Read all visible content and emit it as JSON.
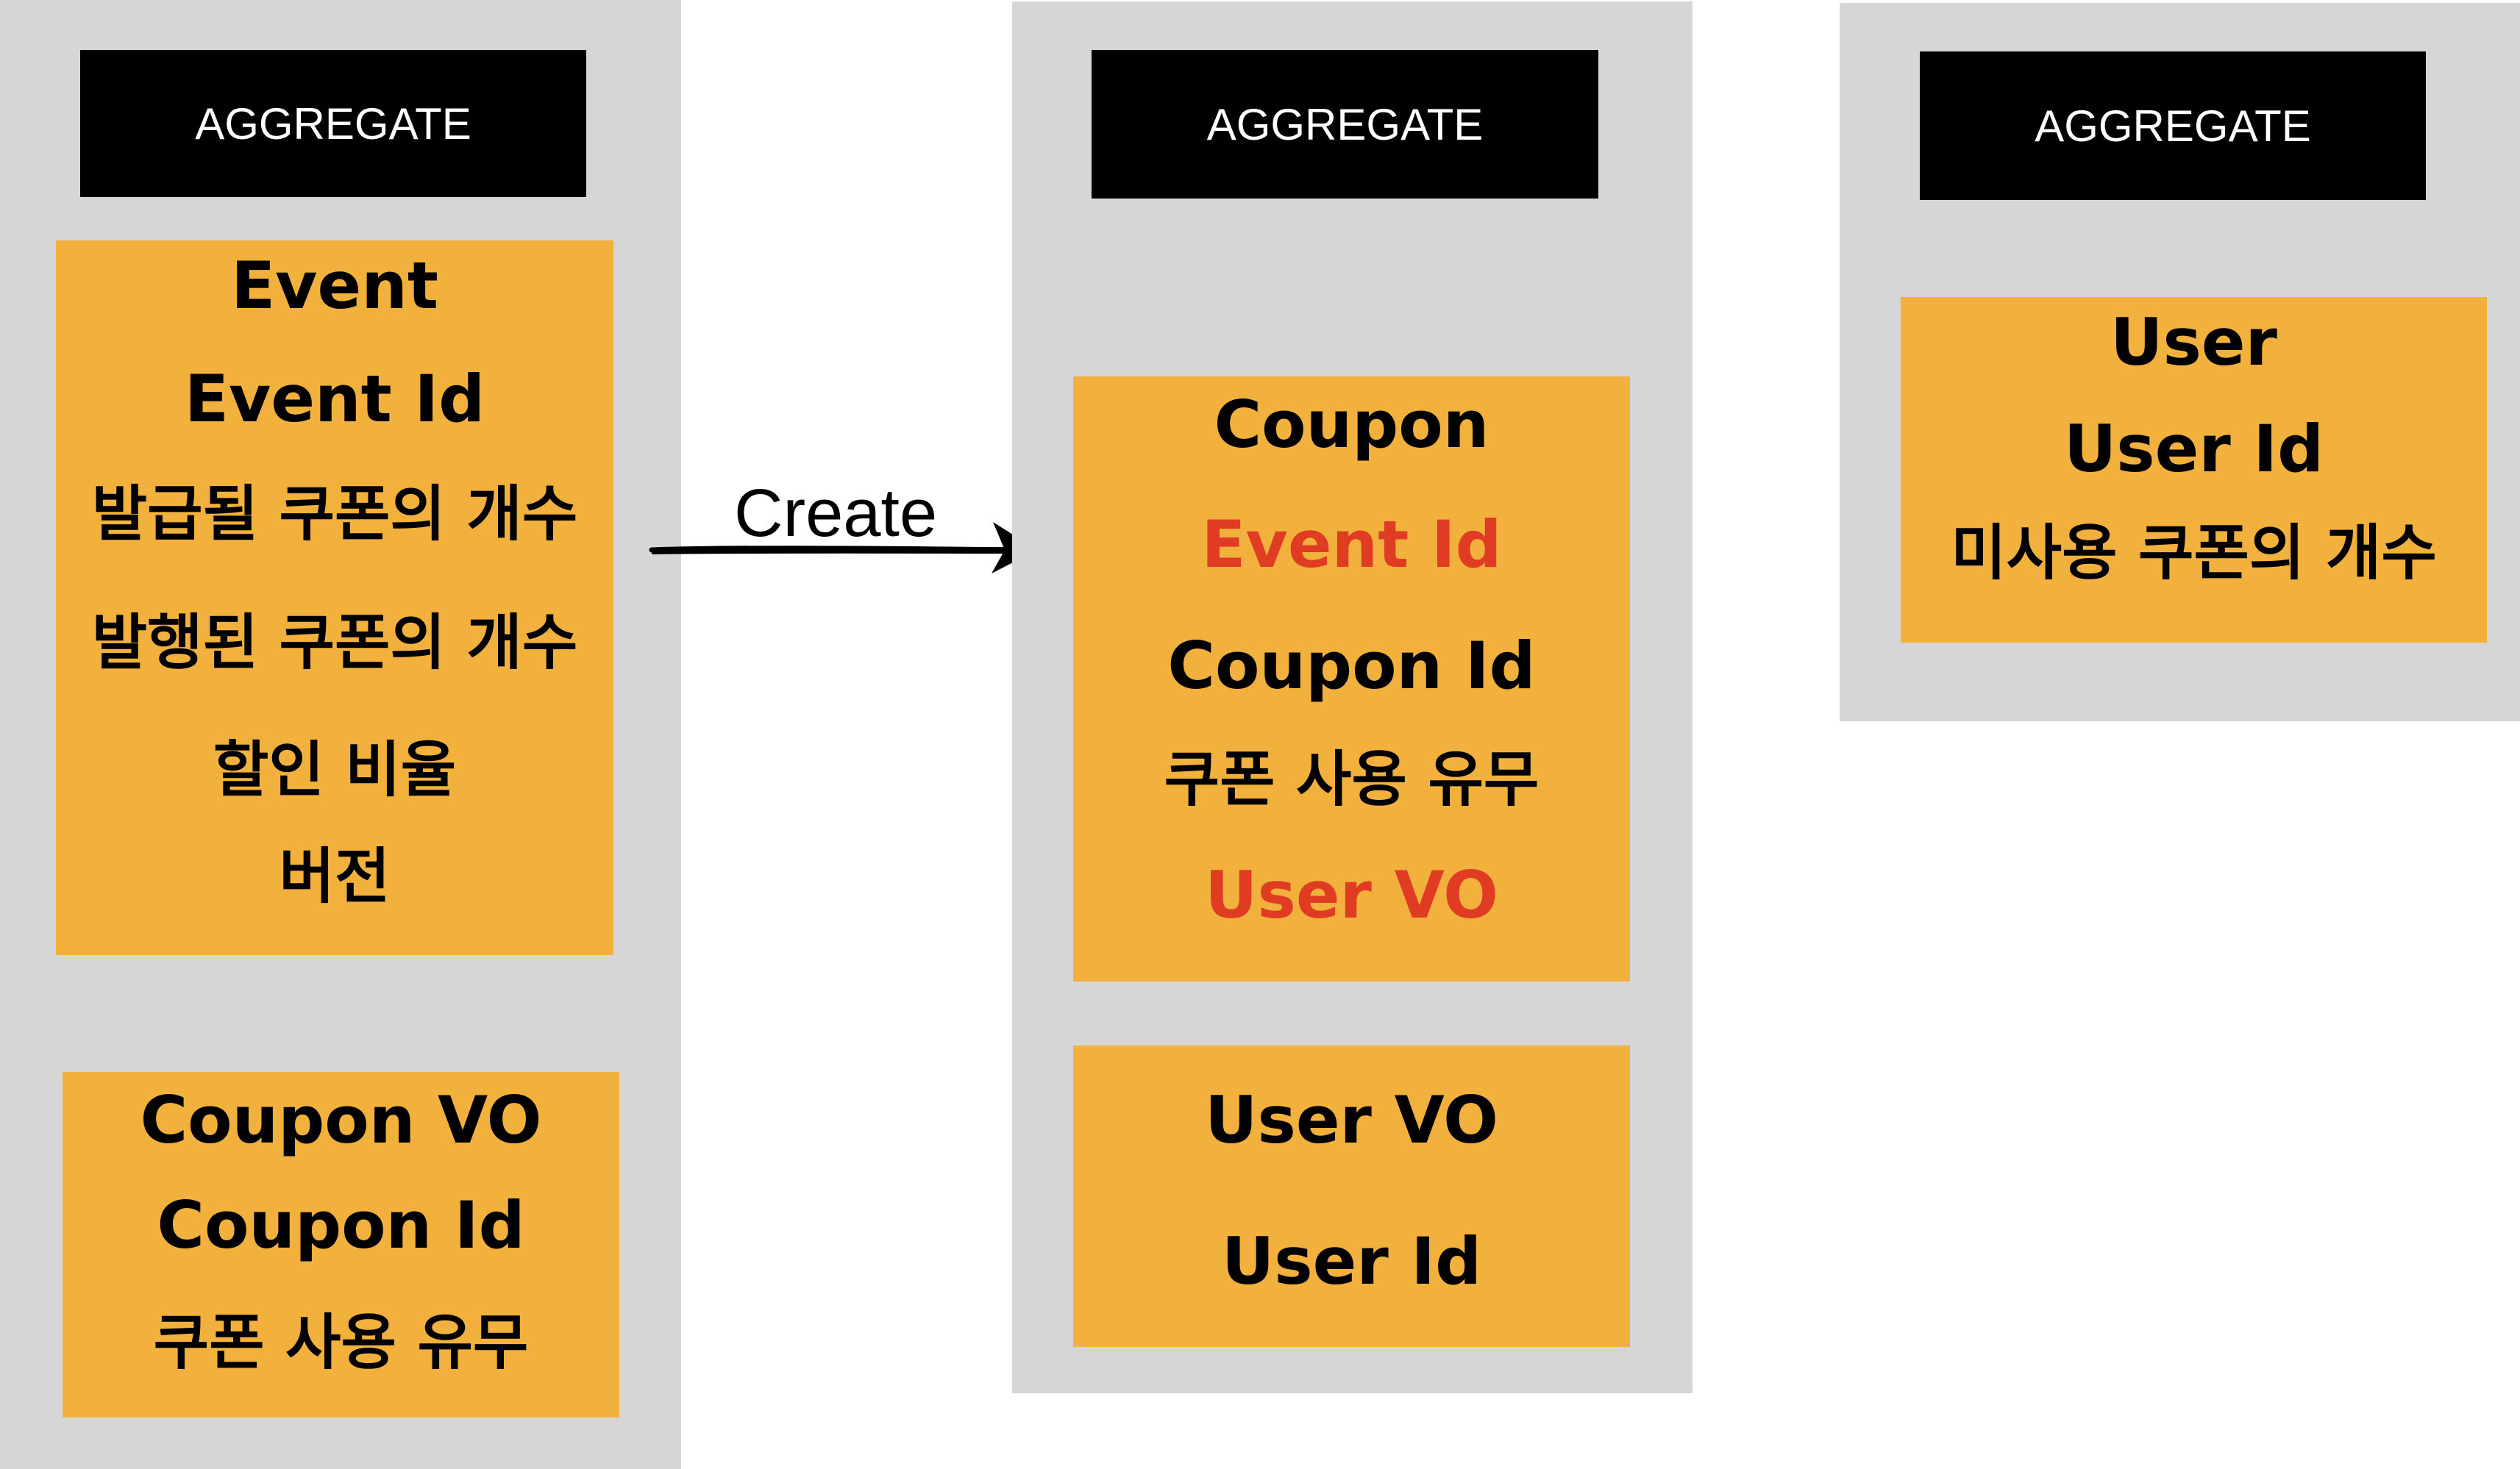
{
  "aggregates": [
    {
      "header": "AGGREGATE",
      "boxes": [
        {
          "lines": [
            {
              "text": "Event",
              "highlight": false
            },
            {
              "text": "Event Id",
              "highlight": false
            },
            {
              "text": "발급될 쿠폰의 개수",
              "highlight": false
            },
            {
              "text": "발행된 쿠폰의 개수",
              "highlight": false
            },
            {
              "text": "할인 비율",
              "highlight": false
            },
            {
              "text": "버전",
              "highlight": false
            }
          ]
        },
        {
          "lines": [
            {
              "text": "Coupon VO",
              "highlight": false
            },
            {
              "text": "Coupon Id",
              "highlight": false
            },
            {
              "text": "쿠폰 사용 유무",
              "highlight": false
            }
          ]
        }
      ]
    },
    {
      "header": "AGGREGATE",
      "boxes": [
        {
          "lines": [
            {
              "text": "Coupon",
              "highlight": false
            },
            {
              "text": "Event Id",
              "highlight": true
            },
            {
              "text": "Coupon Id",
              "highlight": false
            },
            {
              "text": "쿠폰 사용 유무",
              "highlight": false
            },
            {
              "text": "User VO",
              "highlight": true
            }
          ]
        },
        {
          "lines": [
            {
              "text": "User VO",
              "highlight": false
            },
            {
              "text": "User Id",
              "highlight": false
            }
          ]
        }
      ]
    },
    {
      "header": "AGGREGATE",
      "boxes": [
        {
          "lines": [
            {
              "text": "User",
              "highlight": false
            },
            {
              "text": "User Id",
              "highlight": false
            },
            {
              "text": "미사용 쿠폰의 개수",
              "highlight": false
            }
          ]
        }
      ]
    }
  ],
  "arrow": {
    "label": "Create",
    "from": "aggregate-1",
    "to": "aggregate-2"
  },
  "colors": {
    "panel": "#d6d6d6",
    "header": "#000000",
    "box": "#f2b03c",
    "text": "#000000",
    "highlight": "#e03c24"
  }
}
